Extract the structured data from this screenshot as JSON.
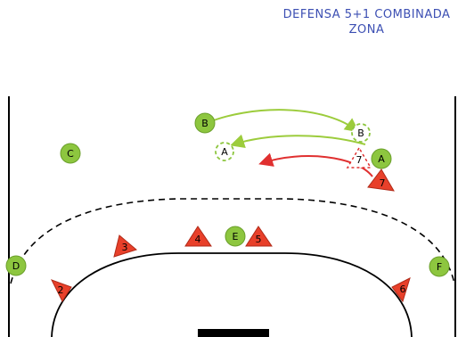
{
  "title": {
    "line1": "DEFENSA 5+1 COMBINADA",
    "line2": "ZONA"
  },
  "attackers": [
    {
      "label": "B"
    },
    {
      "label": "C"
    },
    {
      "label": "A"
    },
    {
      "label": "E"
    },
    {
      "label": "D"
    },
    {
      "label": "F"
    }
  ],
  "ghost_attackers": [
    {
      "label": "A"
    },
    {
      "label": "B"
    }
  ],
  "defenders": [
    {
      "label": "7"
    },
    {
      "label": "4"
    },
    {
      "label": "5"
    },
    {
      "label": "3"
    },
    {
      "label": "2"
    },
    {
      "label": "6"
    }
  ],
  "ghost_defender": {
    "label": "7"
  },
  "colors": {
    "attacker": "#8dc63f",
    "defender": "#e8402a",
    "pass_line": "#9ccc3c",
    "move_line": "#e03030",
    "court_line": "#000000",
    "title": "#3c4fb3"
  }
}
